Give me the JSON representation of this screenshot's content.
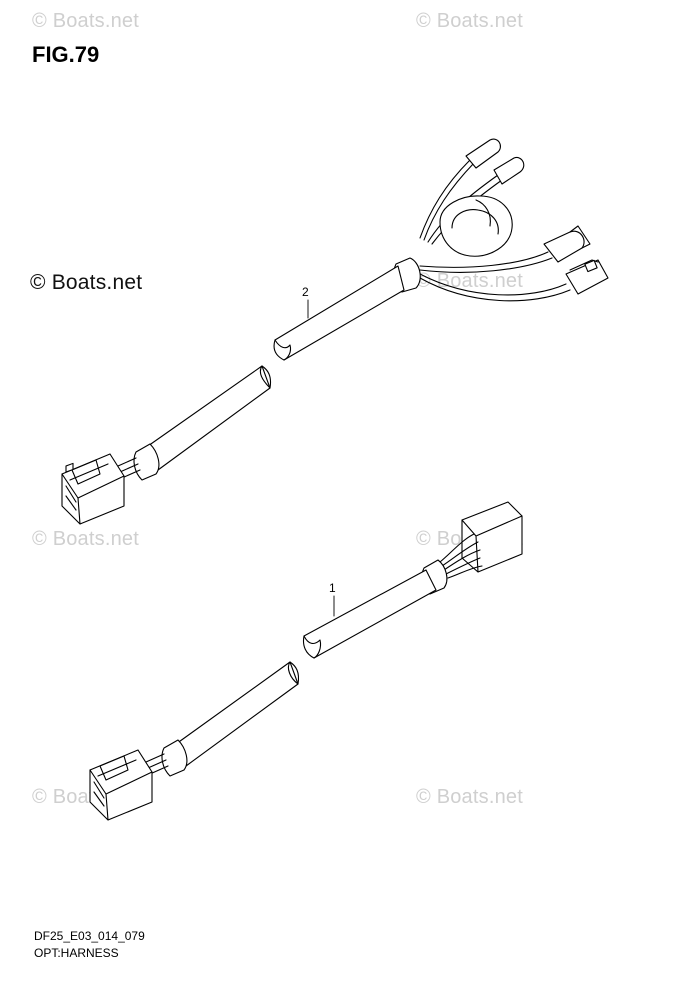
{
  "figure": {
    "title": "FIG.79"
  },
  "watermarks": {
    "text": "© Boats.net",
    "dark_text": "© Boats.net"
  },
  "parts": [
    {
      "ref": "2"
    },
    {
      "ref": "1"
    }
  ],
  "footer": {
    "code": "DF25_E03_014_079",
    "caption": "OPT:HARNESS"
  }
}
